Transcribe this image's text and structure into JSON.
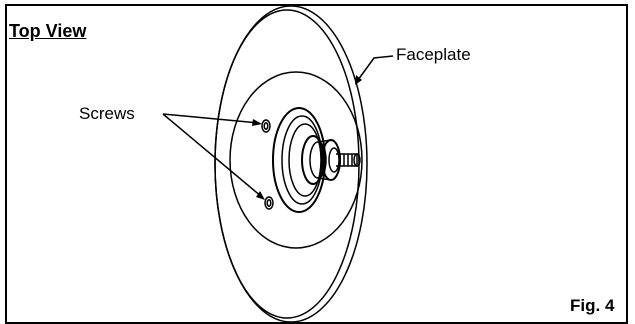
{
  "view_title": "Top View",
  "figure_label": "Fig. 4",
  "callouts": {
    "faceplate": "Faceplate",
    "screws": "Screws"
  },
  "colors": {
    "line": "#000000",
    "background": "#ffffff"
  }
}
